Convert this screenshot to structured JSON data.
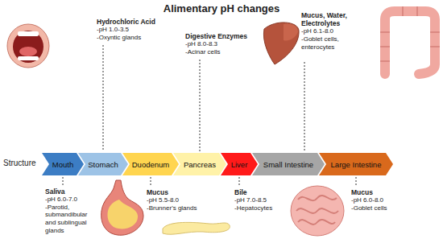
{
  "diagram": {
    "title": "Alimentary pH changes",
    "nodes": [
      {
        "text": [
          "Mouth"
        ]
      },
      {
        "text": [
          "Stomach"
        ]
      },
      {
        "text": [
          "Duodenum"
        ]
      },
      {
        "text": [
          "Pancreas"
        ]
      },
      {
        "text": [
          "Liver"
        ]
      },
      {
        "text": [
          "Small Intestine"
        ]
      },
      {
        "text": [
          "Large Intestine"
        ]
      }
    ],
    "labels": [
      "Structure",
      "Saliva",
      "-pH 6.0-7.0",
      "-Parotid, submandibular and sublingual glands",
      "Hydrochloric Acid",
      "-pH 1.0-3.5",
      "-Oxyntic glands",
      "Mucus",
      "-pH 5.5-8.0",
      "-Brunner's glands",
      "Digestive Enzymes",
      "-pH 8.0-8.3",
      "-Acinar cells",
      "Bile",
      "-pH 7.0-8.5",
      "-Hepatocytes",
      "Mucus, Water, Electrolytes",
      "-pH 6.1-8.0",
      "-Goblet cells, enterocytes",
      "Mucus",
      "-pH 6.0-8.0",
      "-Goblet cells"
    ]
  }
}
